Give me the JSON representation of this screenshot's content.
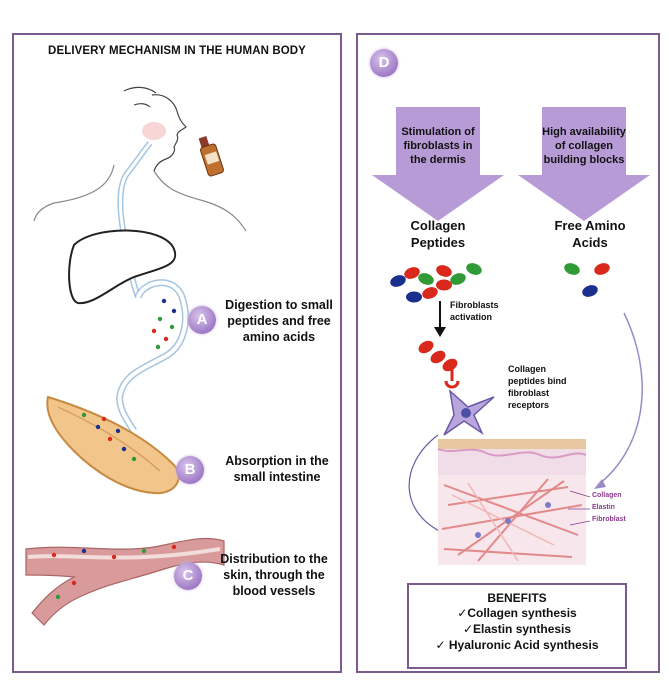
{
  "left_panel": {
    "title": "DELIVERY MECHANISM IN THE HUMAN BODY",
    "stages": [
      {
        "badge": "A",
        "lines": [
          "Digestion to small",
          "peptides and free",
          "amino acids"
        ]
      },
      {
        "badge": "B",
        "lines": [
          "Absorption in the",
          "small intestine"
        ]
      },
      {
        "badge": "C",
        "lines": [
          "Distribution to the",
          "skin, through the",
          "blood vessels"
        ]
      }
    ]
  },
  "right_panel": {
    "badge": "D",
    "arrows": [
      {
        "lines": [
          "Stimulation of",
          "fibroblasts in",
          "the dermis"
        ]
      },
      {
        "lines": [
          "High availability",
          "of collagen",
          "building blocks"
        ]
      }
    ],
    "collagen_peptides_lines": [
      "Collagen",
      "Peptides"
    ],
    "free_amino_acids_lines": [
      "Free Amino",
      "Acids"
    ],
    "fibroblasts_activation_lines": [
      "Fibroblasts",
      "activation"
    ],
    "receptor_note_lines": [
      "Collagen",
      "peptides bind",
      "fibroblast",
      "receptors"
    ],
    "skin_legend": [
      "Collagen",
      "Elastin",
      "Fibroblast"
    ],
    "benefits": {
      "title": "BENEFITS",
      "items": [
        "✓Collagen synthesis",
        "✓Elastin synthesis",
        "✓ Hyaluronic Acid synthesis"
      ]
    }
  },
  "colors": {
    "frame": "#7d5a8c",
    "badge": "#a07bc6",
    "arrow": "#b79bd6",
    "peptide_red": "#d9281c",
    "peptide_green": "#2f9a36",
    "peptide_blue": "#1b2f8f"
  }
}
